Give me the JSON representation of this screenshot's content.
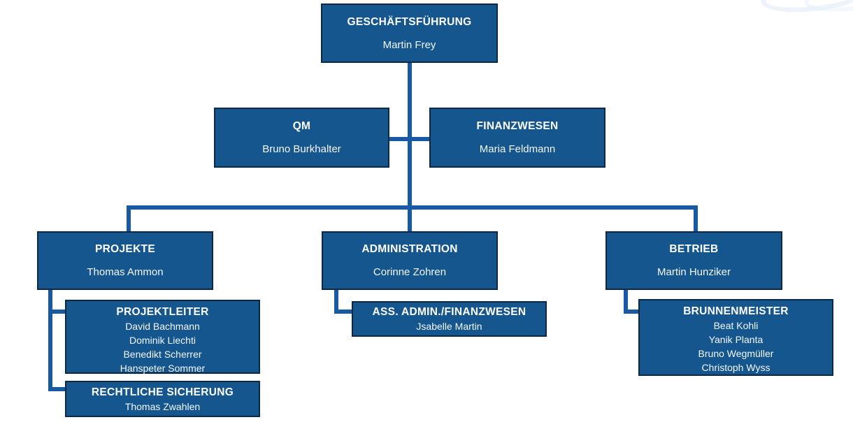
{
  "colors": {
    "box_fill": "#15568F",
    "box_border": "#0C2844",
    "line": "#1759A3",
    "text": "#FFFFFF",
    "background": "#FFFFFF",
    "swoosh": "#DCEAF7"
  },
  "chart": {
    "type": "org-chart",
    "nodes": {
      "geschaeftsfuehrung": {
        "title": "GESCHÄFTSFÜHRUNG",
        "name": "Martin Frey"
      },
      "qm": {
        "title": "QM",
        "name": "Bruno Burkhalter"
      },
      "finanzwesen": {
        "title": "FINANZWESEN",
        "name": "Maria Feldmann"
      },
      "projekte": {
        "title": "PROJEKTE",
        "name": "Thomas Ammon"
      },
      "administration": {
        "title": "ADMINISTRATION",
        "name": "Corinne Zohren"
      },
      "betrieb": {
        "title": "BETRIEB",
        "name": "Martin Hunziker"
      },
      "projektleiter": {
        "title": "PROJEKTLEITER",
        "members": [
          "David Bachmann",
          "Dominik Liechti",
          "Benedikt Scherrer",
          "Hanspeter Sommer"
        ]
      },
      "rechtliche_sicherung": {
        "title": "RECHTLICHE SICHERUNG",
        "members": [
          "Thomas Zwahlen"
        ]
      },
      "ass_admin_finanzwesen": {
        "title": "ASS. ADMIN./FINANZWESEN",
        "members": [
          "Jsabelle Martin"
        ]
      },
      "brunnenmeister": {
        "title": "BRUNNENMEISTER",
        "members": [
          "Beat Kohli",
          "Yanik Planta",
          "Bruno Wegmüller",
          "Christoph Wyss"
        ]
      }
    },
    "edges": [
      {
        "from": "geschaeftsfuehrung",
        "to": "qm"
      },
      {
        "from": "geschaeftsfuehrung",
        "to": "finanzwesen"
      },
      {
        "from": "geschaeftsfuehrung",
        "to": "projekte"
      },
      {
        "from": "geschaeftsfuehrung",
        "to": "administration"
      },
      {
        "from": "geschaeftsfuehrung",
        "to": "betrieb"
      },
      {
        "from": "projekte",
        "to": "projektleiter"
      },
      {
        "from": "projekte",
        "to": "rechtliche_sicherung"
      },
      {
        "from": "administration",
        "to": "ass_admin_finanzwesen"
      },
      {
        "from": "betrieb",
        "to": "brunnenmeister"
      }
    ]
  }
}
